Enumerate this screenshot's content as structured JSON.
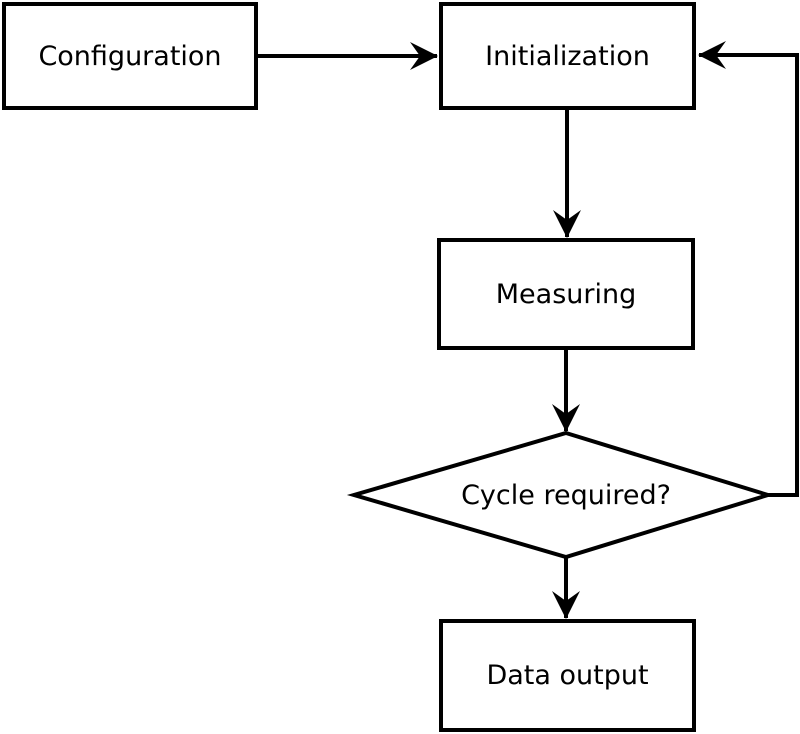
{
  "diagram": {
    "type": "flowchart",
    "colors": {
      "stroke": "#000000",
      "node_fill": "#ffffff",
      "background": "#ffffff",
      "text": "#000000"
    },
    "nodes": {
      "configuration": {
        "label": "Configuration",
        "shape": "rectangle"
      },
      "initialization": {
        "label": "Initialization",
        "shape": "rectangle"
      },
      "measuring": {
        "label": "Measuring",
        "shape": "rectangle"
      },
      "cycle_required": {
        "label": "Cycle required?",
        "shape": "diamond"
      },
      "data_output": {
        "label": "Data output",
        "shape": "rectangle"
      }
    },
    "edges": [
      {
        "from": "configuration",
        "to": "initialization",
        "kind": "forward"
      },
      {
        "from": "initialization",
        "to": "measuring",
        "kind": "forward"
      },
      {
        "from": "measuring",
        "to": "cycle_required",
        "kind": "forward"
      },
      {
        "from": "cycle_required",
        "to": "data_output",
        "kind": "forward"
      },
      {
        "from": "cycle_required",
        "to": "initialization",
        "kind": "loop-back"
      }
    ]
  }
}
